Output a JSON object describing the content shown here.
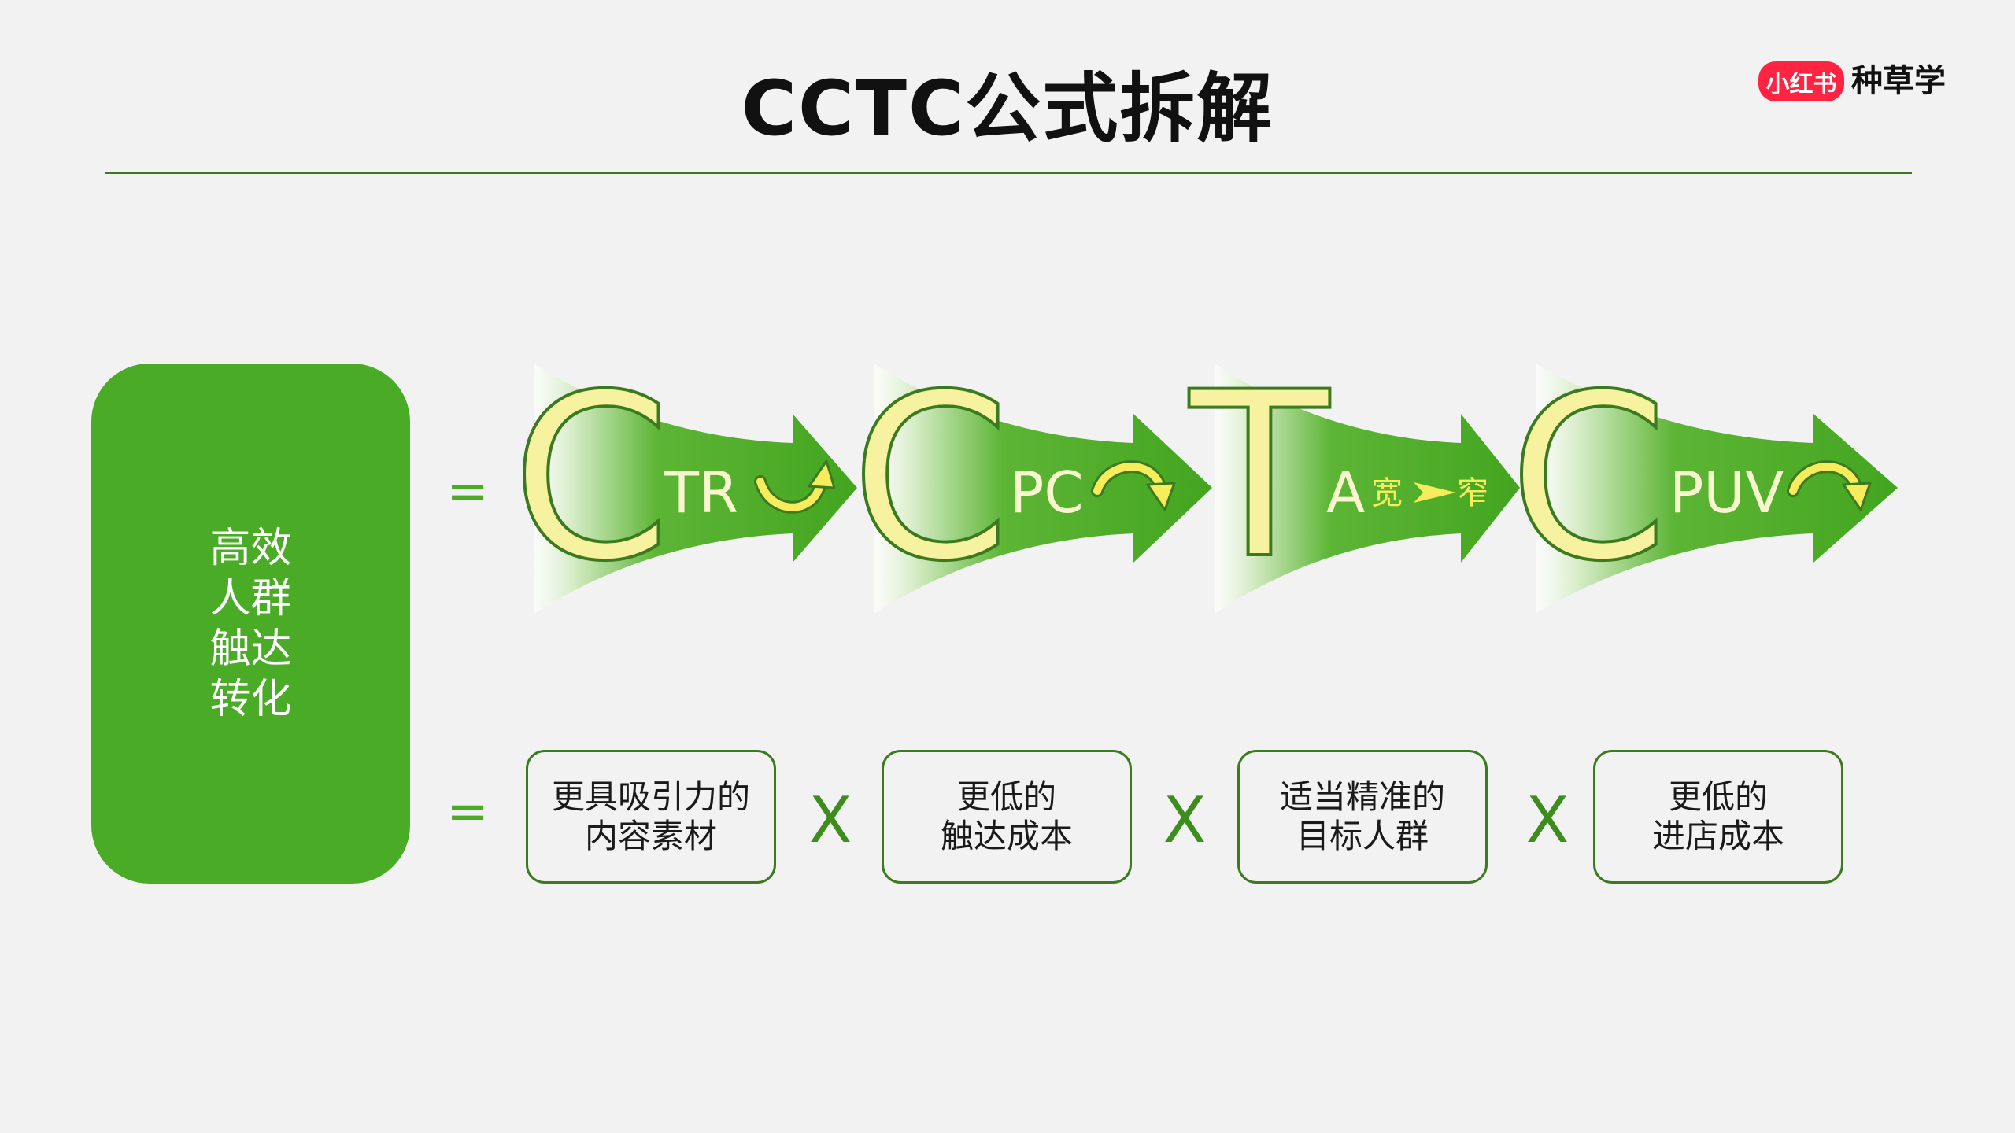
{
  "title": "CCTC公式拆解",
  "brand": {
    "badge": "小红书",
    "name": "种草学"
  },
  "left_panel": {
    "lines": [
      "高效",
      "人群",
      "触达",
      "转化"
    ]
  },
  "operators": {
    "equals": "=",
    "times": "X"
  },
  "formula_row": [
    {
      "letter": "C",
      "suffix": "TR",
      "icon": "curved-up-arrow-icon"
    },
    {
      "letter": "C",
      "suffix": "PC",
      "icon": "curved-over-arrow-icon"
    },
    {
      "letter": "T",
      "suffix": "A",
      "range_from": "宽",
      "range_to": "窄",
      "icon": "right-pointer-icon"
    },
    {
      "letter": "C",
      "suffix": "PUV",
      "icon": "curved-over-arrow-icon"
    }
  ],
  "factor_boxes": [
    {
      "lines": [
        "更具吸引力的",
        "内容素材"
      ]
    },
    {
      "lines": [
        "更低的",
        "触达成本"
      ]
    },
    {
      "lines": [
        "适当精准的",
        "目标人群"
      ]
    },
    {
      "lines": [
        "更低的",
        "进店成本"
      ]
    }
  ],
  "colors": {
    "background": "#f2f2f2",
    "accent_green": "#4aab26",
    "dark_green": "#3b7a1f",
    "operator_green": "#3d8c1e",
    "letter_yellow": "#f7f2a0",
    "icon_yellow": "#f6ec5c",
    "brand_red": "#ff2442"
  }
}
